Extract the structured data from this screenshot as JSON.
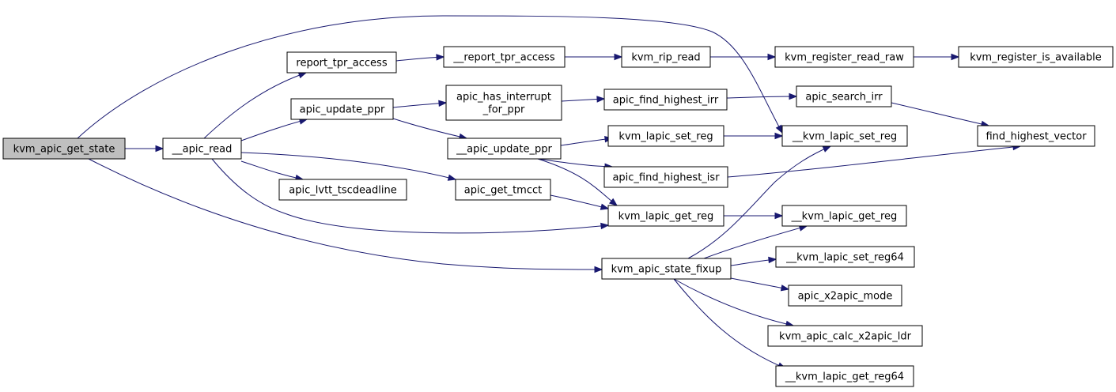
{
  "colors": {
    "edge": "#191970",
    "root_fill": "#bfbfbf",
    "node_fill": "#ffffff",
    "node_border": "#000000"
  },
  "nodes": {
    "kvm_apic_get_state": [
      "kvm_apic_get_state"
    ],
    "apic_read": [
      "__apic_read"
    ],
    "report_tpr_access": [
      "report_tpr_access"
    ],
    "apic_update_ppr": [
      "apic_update_ppr"
    ],
    "apic_lvtt_tscdeadline": [
      "apic_lvtt_tscdeadline"
    ],
    "kvm_apic_state_fixup": [
      "kvm_apic_state_fixup"
    ],
    "report_tpr_access_internal": [
      "__report_tpr_access"
    ],
    "apic_has_interrupt_for_ppr": [
      "apic_has_interrupt",
      "_for_ppr"
    ],
    "apic_update_ppr_internal": [
      "__apic_update_ppr"
    ],
    "apic_get_tmcct": [
      "apic_get_tmcct"
    ],
    "kvm_rip_read": [
      "kvm_rip_read"
    ],
    "apic_find_highest_irr": [
      "apic_find_highest_irr"
    ],
    "kvm_lapic_set_reg": [
      "kvm_lapic_set_reg"
    ],
    "apic_find_highest_isr": [
      "apic_find_highest_isr"
    ],
    "kvm_lapic_get_reg": [
      "kvm_lapic_get_reg"
    ],
    "kvm_register_read_raw": [
      "kvm_register_read_raw"
    ],
    "apic_search_irr": [
      "apic_search_irr"
    ],
    "kvm_lapic_set_reg_internal": [
      "__kvm_lapic_set_reg"
    ],
    "kvm_lapic_get_reg_internal": [
      "__kvm_lapic_get_reg"
    ],
    "kvm_lapic_set_reg64_internal": [
      "__kvm_lapic_set_reg64"
    ],
    "apic_x2apic_mode": [
      "apic_x2apic_mode"
    ],
    "kvm_apic_calc_x2apic_ldr": [
      "kvm_apic_calc_x2apic_ldr"
    ],
    "kvm_lapic_get_reg64_internal": [
      "__kvm_lapic_get_reg64"
    ],
    "kvm_register_is_available": [
      "kvm_register_is_available"
    ],
    "find_highest_vector": [
      "find_highest_vector"
    ]
  }
}
